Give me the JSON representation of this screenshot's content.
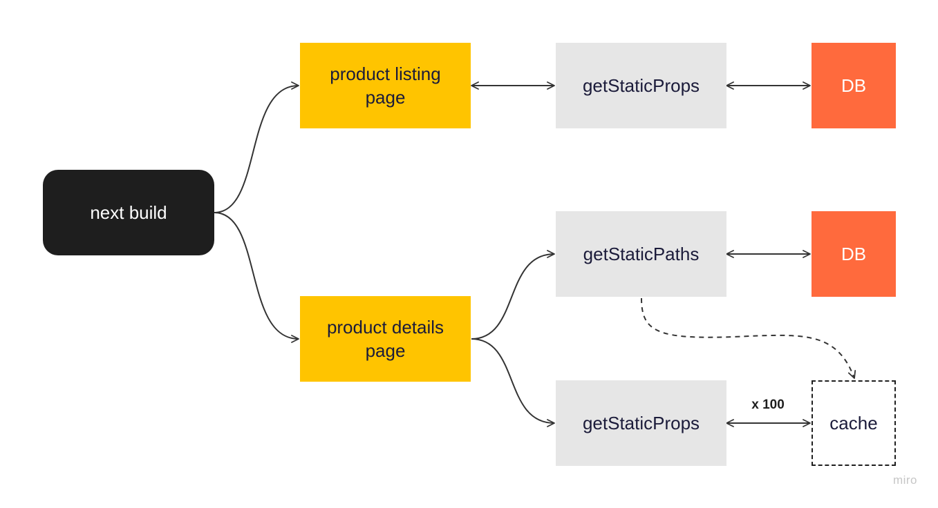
{
  "diagram": {
    "start": {
      "label": "next build"
    },
    "listing_page": {
      "label_line1": "product listing",
      "label_line2": "page"
    },
    "details_page": {
      "label_line1": "product details",
      "label_line2": "page"
    },
    "listing_props": {
      "label": "getStaticProps"
    },
    "details_paths": {
      "label": "getStaticPaths"
    },
    "details_props": {
      "label": "getStaticProps"
    },
    "db_top": {
      "label": "DB"
    },
    "db_middle": {
      "label": "DB"
    },
    "cache": {
      "label": "cache"
    },
    "cache_edge_label": "x 100"
  },
  "colors": {
    "start_bg": "#1e1e1e",
    "page_bg": "#ffc400",
    "function_bg": "#e6e6e6",
    "db_bg": "#ff6a3d",
    "line": "#333333"
  },
  "watermark": "miro"
}
